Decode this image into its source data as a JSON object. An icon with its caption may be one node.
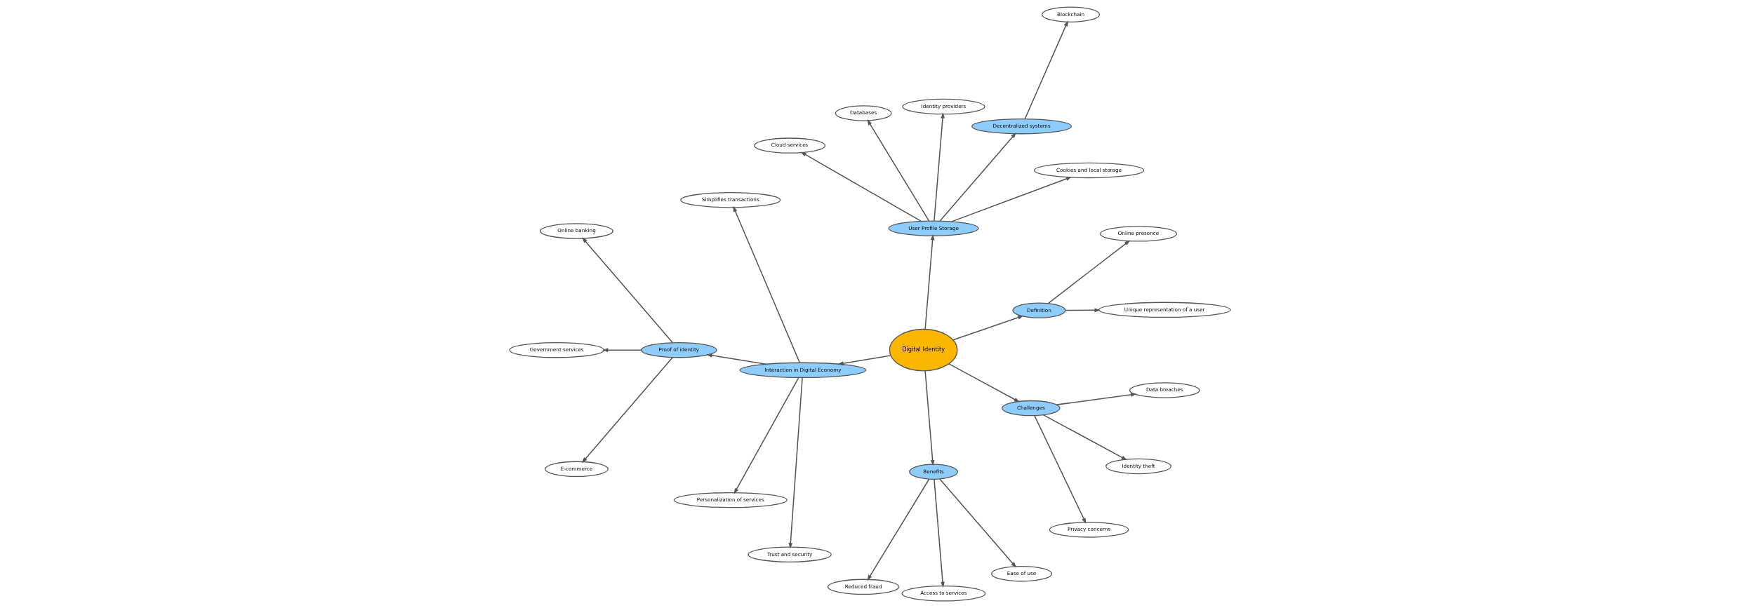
{
  "diagram": {
    "nodes": [
      {
        "text": [
          "Digital Identity"
        ]
      },
      {
        "text": [
          "Definition"
        ]
      },
      {
        "text": [
          "Unique representation of a user"
        ]
      },
      {
        "text": [
          "Online presence"
        ]
      },
      {
        "text": [
          "User Profile Storage"
        ]
      },
      {
        "text": [
          "Cookies and local storage"
        ]
      },
      {
        "text": [
          "Decentralized systems"
        ]
      },
      {
        "text": [
          "Blockchain"
        ]
      },
      {
        "text": [
          "Identity providers"
        ]
      },
      {
        "text": [
          "Databases"
        ]
      },
      {
        "text": [
          "Cloud services"
        ]
      },
      {
        "text": [
          "Interaction in Digital Economy"
        ]
      },
      {
        "text": [
          "Simplifies transactions"
        ]
      },
      {
        "text": [
          "Proof of identity"
        ]
      },
      {
        "text": [
          "Online banking"
        ]
      },
      {
        "text": [
          "Government services"
        ]
      },
      {
        "text": [
          "E-commerce"
        ]
      },
      {
        "text": [
          "Personalization of services"
        ]
      },
      {
        "text": [
          "Trust and security"
        ]
      },
      {
        "text": [
          "Benefits"
        ]
      },
      {
        "text": [
          "Reduced fraud"
        ]
      },
      {
        "text": [
          "Access to services"
        ]
      },
      {
        "text": [
          "Ease of use"
        ]
      },
      {
        "text": [
          "Challenges"
        ]
      },
      {
        "text": [
          "Privacy concerns"
        ]
      },
      {
        "text": [
          "Identity theft"
        ]
      },
      {
        "text": [
          "Data breaches"
        ]
      }
    ],
    "edges": [
      {
        "from": 0,
        "to": 1,
        "arrow": "to"
      },
      {
        "from": 1,
        "to": 2,
        "arrow": "to"
      },
      {
        "from": 1,
        "to": 3,
        "arrow": "to"
      },
      {
        "from": 0,
        "to": 4,
        "arrow": "to"
      },
      {
        "from": 4,
        "to": 5,
        "arrow": "to"
      },
      {
        "from": 4,
        "to": 6,
        "arrow": "to"
      },
      {
        "from": 6,
        "to": 7,
        "arrow": "to"
      },
      {
        "from": 4,
        "to": 8,
        "arrow": "to"
      },
      {
        "from": 4,
        "to": 9,
        "arrow": "to"
      },
      {
        "from": 4,
        "to": 10,
        "arrow": "to"
      },
      {
        "from": 0,
        "to": 11,
        "arrow": "to"
      },
      {
        "from": 11,
        "to": 12,
        "arrow": "to"
      },
      {
        "from": 11,
        "to": 13,
        "arrow": "to"
      },
      {
        "from": 13,
        "to": 14,
        "arrow": "to"
      },
      {
        "from": 13,
        "to": 15,
        "arrow": "to"
      },
      {
        "from": 13,
        "to": 16,
        "arrow": "to"
      },
      {
        "from": 11,
        "to": 17,
        "arrow": "to"
      },
      {
        "from": 11,
        "to": 18,
        "arrow": "to"
      },
      {
        "from": 0,
        "to": 19,
        "arrow": "to"
      },
      {
        "from": 19,
        "to": 20,
        "arrow": "to"
      },
      {
        "from": 19,
        "to": 21,
        "arrow": "to"
      },
      {
        "from": 19,
        "to": 22,
        "arrow": "to"
      },
      {
        "from": 0,
        "to": 23,
        "arrow": "to"
      },
      {
        "from": 23,
        "to": 24,
        "arrow": "to"
      },
      {
        "from": 23,
        "to": 25,
        "arrow": "to"
      },
      {
        "from": 23,
        "to": 26,
        "arrow": "to"
      }
    ]
  }
}
